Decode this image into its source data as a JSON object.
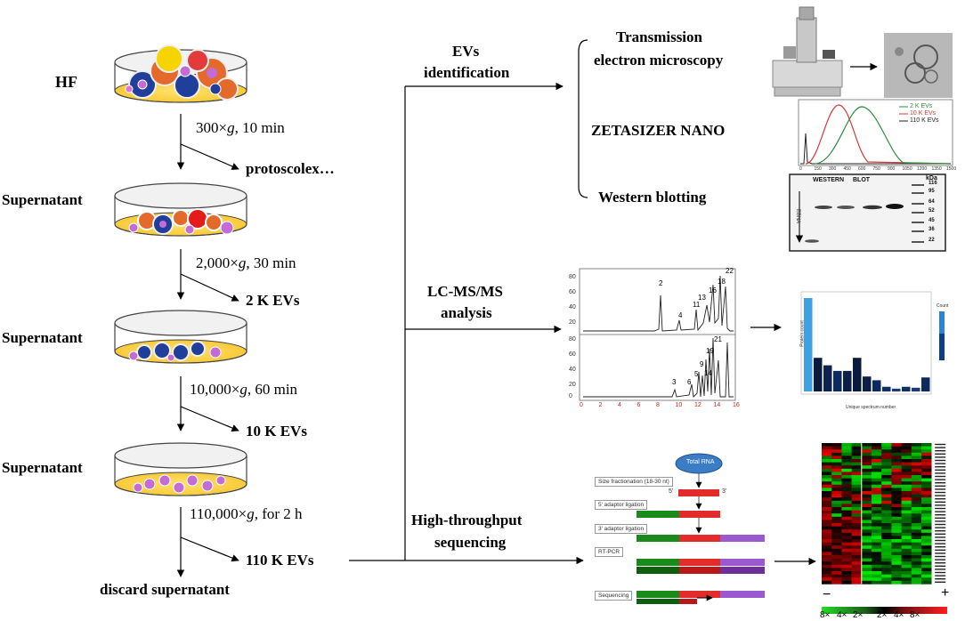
{
  "workflow": {
    "start": "HF",
    "steps": [
      {
        "condition_prefix": "300×",
        "condition_g": "g",
        "condition_suffix": ", 10 min",
        "output": "protoscolex…",
        "stage": "Supernatant"
      },
      {
        "condition_prefix": "2,000×",
        "condition_g": "g",
        "condition_suffix": ", 30 min",
        "output": "2 K EVs",
        "stage": "Supernatant"
      },
      {
        "condition_prefix": "10,000×",
        "condition_g": "g",
        "condition_suffix": ", 60 min",
        "output": "10 K EVs",
        "stage": "Supernatant"
      },
      {
        "condition_prefix": "110,000×",
        "condition_g": "g",
        "condition_suffix": ", for 2 h",
        "output": "110 K EVs"
      }
    ],
    "end": "discard supernatant"
  },
  "analysis": {
    "identification": {
      "title_line1": "EVs",
      "title_line2": "identification",
      "methods": [
        {
          "line1": "Transmission",
          "line2": "electron microscopy"
        },
        {
          "line1": "ZETASIZER NANO"
        },
        {
          "line1": "Western blotting"
        }
      ]
    },
    "lcms": {
      "title_line1": "LC-MS/MS",
      "title_line2": "analysis"
    },
    "sequencing": {
      "title_line1": "High-throughput",
      "title_line2": "sequencing"
    }
  },
  "zetasizer_plot": {
    "legend": [
      "2 K EVs",
      "10 K EVs",
      "110 K EVs"
    ],
    "x_ticks": [
      "0",
      "150",
      "300",
      "450",
      "600",
      "750",
      "900",
      "1050",
      "1200",
      "1350",
      "1500"
    ],
    "colors": {
      "s2k": "#2e8b3e",
      "s10k": "#d43a3a",
      "s110k": "#222222"
    }
  },
  "western_blot": {
    "header_left": "WESTERN",
    "header_mid": "BLOT",
    "header_right": "kDa",
    "side_label": "EBNA",
    "markers": [
      "116",
      "95",
      "64",
      "52",
      "45",
      "36",
      "22"
    ]
  },
  "chromatogram": {
    "x_ticks": [
      "0",
      "2",
      "4",
      "6",
      "8",
      "10",
      "12",
      "14",
      "16"
    ],
    "y_ticks_top": [
      "80",
      "60",
      "40",
      "20"
    ],
    "y_ticks_bottom": [
      "80",
      "60",
      "40",
      "20",
      "0"
    ],
    "peaks_top": [
      "2",
      "4",
      "11",
      "13",
      "16",
      "18",
      "22"
    ],
    "peaks_bottom": [
      "3",
      "6",
      "9",
      "14",
      "19",
      "21",
      "5"
    ]
  },
  "bar_chart": {
    "ylabel": "Protein count",
    "xlabel": "Unique spectrum number",
    "legend_title": "Count",
    "values": [
      100,
      36,
      28,
      22,
      22,
      36,
      16,
      12,
      5,
      3,
      5,
      4,
      15
    ],
    "colors": [
      "#3ea1e6",
      "#0a1a3c",
      "#0c2352",
      "#0d2a5e",
      "#0b1f48",
      "#0a1a3c",
      "#0b1f48",
      "#0d2a5e",
      "#0f2f66",
      "#1a3b77",
      "#0f2f66",
      "#1a3b77",
      "#0d2a5e"
    ]
  },
  "rna_seq": {
    "top": "Total RNA",
    "steps": [
      "Size fractionation (18-30 nt)",
      "5' adaptor ligation",
      "3' adaptor ligation",
      "RT-PCR",
      "Sequencing"
    ],
    "ends": [
      "5'",
      "3'"
    ]
  },
  "heatmap": {
    "scale_minus": "−",
    "scale_plus": "+",
    "scale_labels": [
      "8×",
      "4×",
      "2×",
      "2×",
      "4×",
      "8×"
    ]
  }
}
